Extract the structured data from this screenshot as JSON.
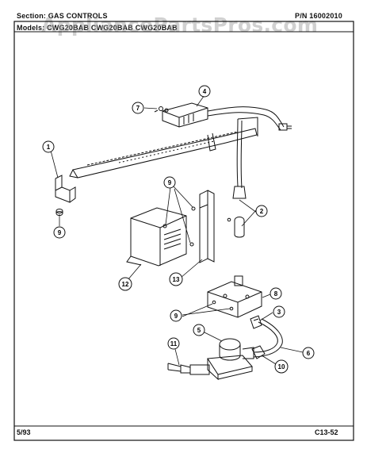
{
  "header": {
    "section": "Section: GAS CONTROLS",
    "part_number": "P/N 16002010",
    "models": "Models: CWG20BAB  CWG20BAB  CWG20BAB"
  },
  "watermark": "AppliancePartsPros.com",
  "footer": {
    "date": "5/93",
    "page_code": "C13-52"
  },
  "callouts": {
    "c1": "1",
    "c2": "2",
    "c3": "3",
    "c4": "4",
    "c5": "5",
    "c6": "6",
    "c7": "7",
    "c8": "8",
    "c9a": "9",
    "c9b": "9",
    "c9c": "9",
    "c10": "10",
    "c11": "11",
    "c12": "12",
    "c13": "13"
  }
}
